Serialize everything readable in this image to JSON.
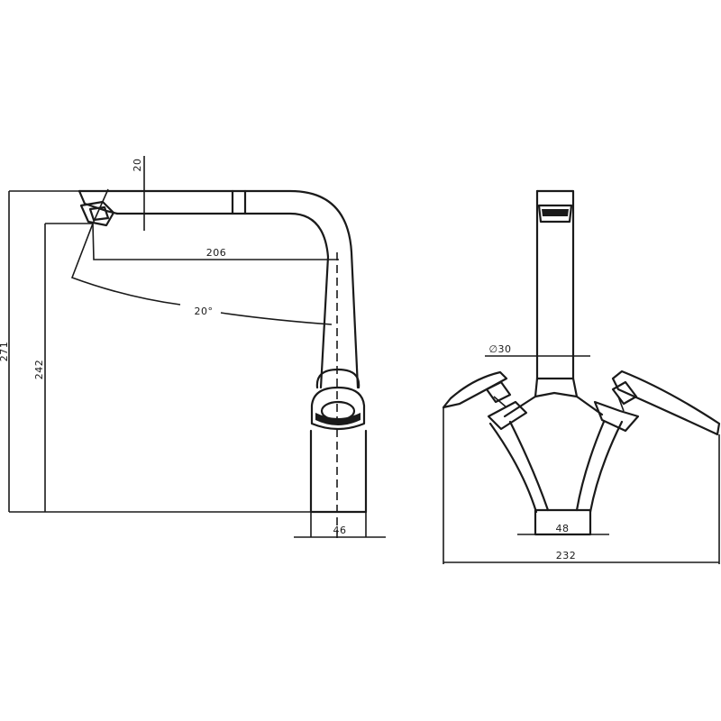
{
  "side_view": {
    "dim_height_total": "271",
    "dim_height_spout": "242",
    "dim_reach": "206",
    "dim_aerator": "20",
    "dim_swivel_angle": "20°",
    "dim_base_width": "46"
  },
  "front_view": {
    "dim_spout_diameter": "∅30",
    "dim_base_width": "48",
    "dim_overall_width": "232"
  }
}
